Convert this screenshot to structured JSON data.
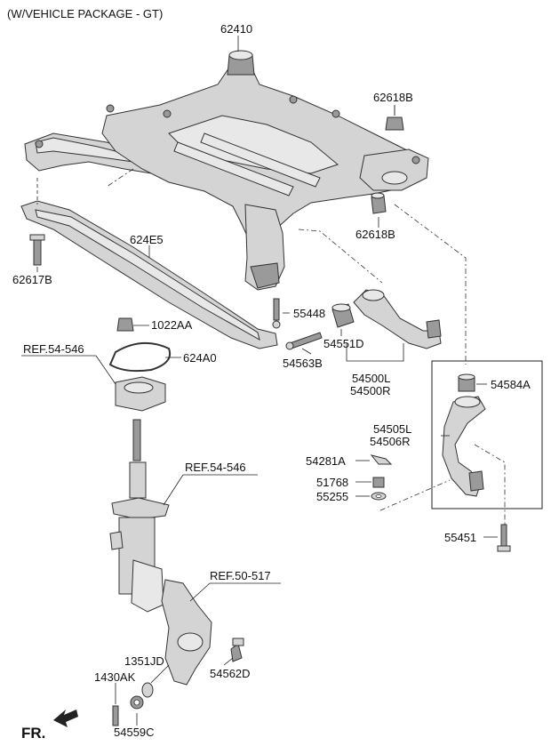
{
  "header": "(W/VEHICLE PACKAGE - GT)",
  "front_indicator": "FR.",
  "labels": {
    "l62410": "62410",
    "l62618b_top": "62618B",
    "l62618b_bot": "62618B",
    "l62617b": "62617B",
    "l624e5": "624E5",
    "l1022aa": "1022AA",
    "l624a0": "624A0",
    "lref54_1": "REF.54-546",
    "lref54_2": "REF.54-546",
    "lref50": "REF.50-517",
    "l55448": "55448",
    "l54551d": "54551D",
    "l54563b": "54563B",
    "l54500l": "54500L",
    "l54500r": "54500R",
    "l54584a": "54584A",
    "l54505l": "54505L",
    "l54506r": "54506R",
    "l54281a": "54281A",
    "l51768": "51768",
    "l55255": "55255",
    "l55451": "55451",
    "l54562d": "54562D",
    "l1351jd": "1351JD",
    "l1430ak": "1430AK",
    "l54559c": "54559C"
  }
}
